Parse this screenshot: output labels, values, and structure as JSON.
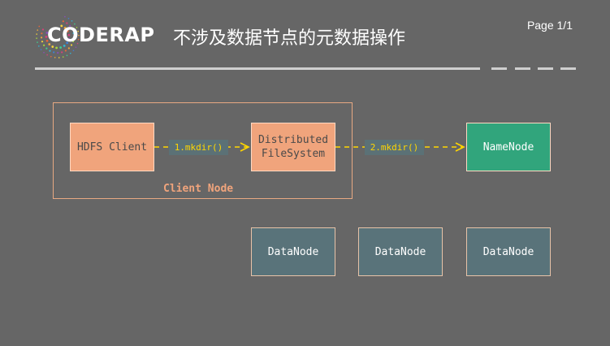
{
  "header": {
    "logo_text": "CODERAP",
    "title": "不涉及数据节点的元数据操作",
    "page": "Page 1/1"
  },
  "diagram": {
    "container_label": "Client Node",
    "nodes": {
      "hdfs_client": "HDFS Client",
      "dfs": "Distributed\nFileSystem",
      "namenode": "NameNode",
      "datanode_1": "DataNode",
      "datanode_2": "DataNode",
      "datanode_3": "DataNode"
    },
    "edges": [
      {
        "from": "hdfs_client",
        "to": "dfs",
        "label": "1.mkdir()"
      },
      {
        "from": "dfs",
        "to": "namenode",
        "label": "2.mkdir()"
      }
    ]
  },
  "colors": {
    "background": "#666666",
    "client_box": "#f0a47c",
    "namenode_box": "#31a57c",
    "datanode_box": "#59737a",
    "arrow": "#ffd600"
  }
}
